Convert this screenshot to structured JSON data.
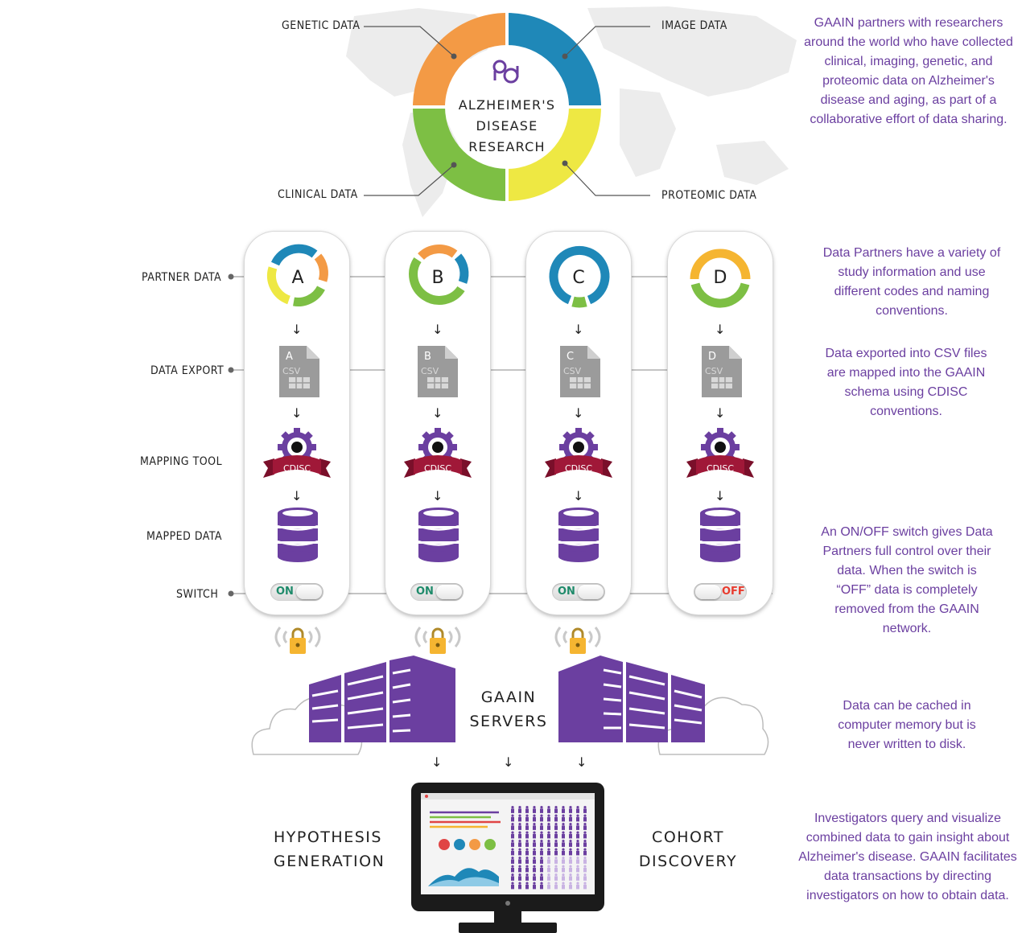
{
  "colors": {
    "genetic": "#f39a45",
    "image": "#1f88b8",
    "proteomic": "#eee843",
    "clinical": "#7dbf44",
    "purple": "#6b3fa0",
    "cdisc_red": "#a01838"
  },
  "hub": {
    "title_line1": "ALZHEIMER'S",
    "title_line2": "DISEASE",
    "title_line3": "RESEARCH",
    "genetic_label": "GENETIC DATA",
    "image_label": "IMAGE DATA",
    "clinical_label": "CLINICAL DATA",
    "proteomic_label": "PROTEOMIC DATA"
  },
  "rows": {
    "partner_data": "PARTNER DATA",
    "data_export": "DATA EXPORT",
    "mapping_tool": "MAPPING TOOL",
    "mapped_data": "MAPPED DATA",
    "switch": "SWITCH"
  },
  "partners": [
    {
      "letter": "A",
      "file_letter": "A",
      "file_type": "CSV",
      "tool_label": "CDISC",
      "switch_state": "ON"
    },
    {
      "letter": "B",
      "file_letter": "B",
      "file_type": "CSV",
      "tool_label": "CDISC",
      "switch_state": "ON"
    },
    {
      "letter": "C",
      "file_letter": "C",
      "file_type": "CSV",
      "tool_label": "CDISC",
      "switch_state": "ON"
    },
    {
      "letter": "D",
      "file_letter": "D",
      "file_type": "CSV",
      "tool_label": "CDISC",
      "switch_state": "OFF"
    }
  ],
  "servers": {
    "line1": "GAAIN",
    "line2": "SERVERS"
  },
  "outputs": {
    "hypothesis_line1": "HYPOTHESIS",
    "hypothesis_line2": "GENERATION",
    "cohort_line1": "COHORT",
    "cohort_line2": "DISCOVERY"
  },
  "descriptions": {
    "intro": "GAAIN partners with researchers around the world who have collected clinical, imaging, genetic, and proteomic data on Alzheimer's disease and aging, as part of a collaborative effort of data sharing.",
    "partners": "Data Partners have a variety of study information and use different codes and naming conventions.",
    "export": "Data exported into CSV files are mapped into the GAAIN schema using CDISC conventions.",
    "switch": "An ON/OFF switch gives Data Partners full control over their data. When the switch is “OFF” data is completely removed from the GAAIN network.",
    "cache": "Data can be cached in computer memory but is never written to disk.",
    "investigators": "Investigators query and visualize combined data to gain insight about Alzheimer's disease. GAAIN facilitates data transactions by directing investigators on how to obtain data."
  }
}
